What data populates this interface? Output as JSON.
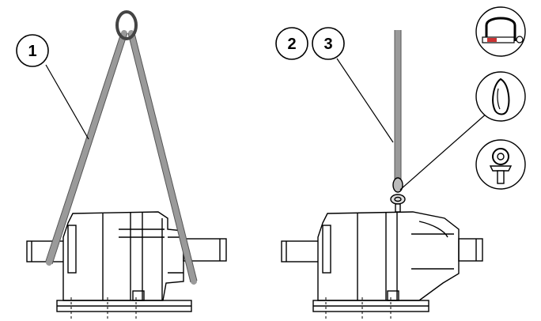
{
  "callouts": {
    "c1": "1",
    "c2": "2",
    "c3": "3"
  },
  "icons": [
    "shackle-icon",
    "carabiner-hook-icon",
    "eye-bolt-icon"
  ],
  "colors": {
    "sling": "#9a9a9a",
    "outline": "#000000",
    "background": "#ffffff"
  }
}
